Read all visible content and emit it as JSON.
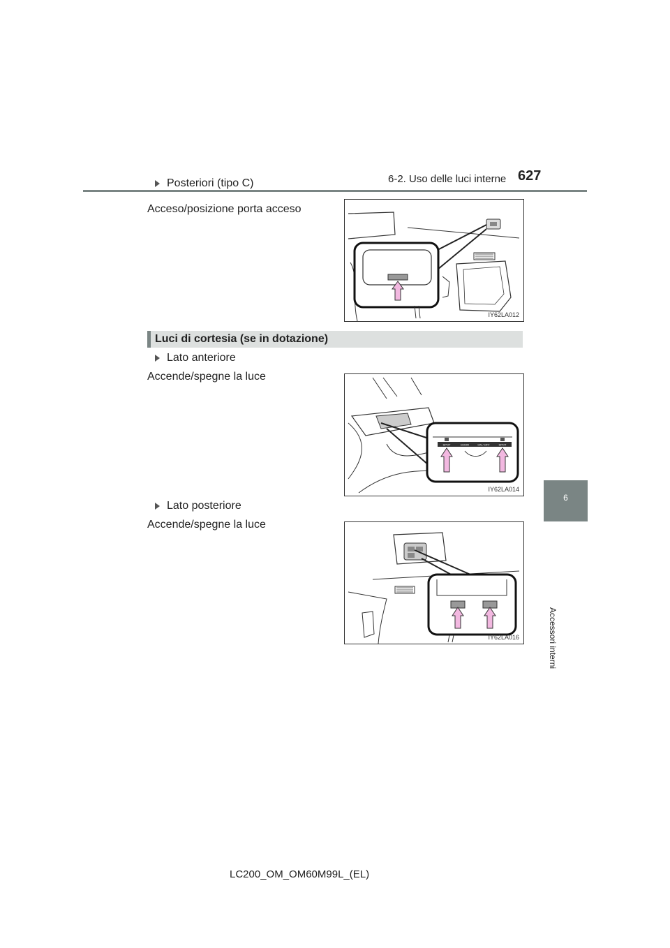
{
  "header": {
    "section_title": "6-2. Uso delle luci interne",
    "page_number": "627"
  },
  "side_tab": {
    "chapter_number": "6",
    "chapter_label": "Accessori interni"
  },
  "content": {
    "bullet_rear_c": "Posteriori (tipo C)",
    "text_rear_c": "Acceso/posizione porta acceso",
    "figure1_code": "IY62LA012",
    "courtesy_heading": "Luci di cortesia (se in dotazione)",
    "bullet_front": "Lato anteriore",
    "text_front": "Accende/spegne la luce",
    "figure2_code": "IY62LA014",
    "figure2_buttons": [
      "SPOT",
      "DOOR",
      "ON / OFF",
      "SPOT"
    ],
    "bullet_rear": "Lato posteriore",
    "text_rear": "Accende/spegne la luce",
    "figure3_code": "IY62LA016"
  },
  "footer": {
    "model_code": "LC200_OM_OM60M99L_(EL)"
  },
  "colors": {
    "accent_gray": "#7a8584",
    "heading_bg": "#dde0df",
    "arrow_pink": "#f2b8e0"
  }
}
